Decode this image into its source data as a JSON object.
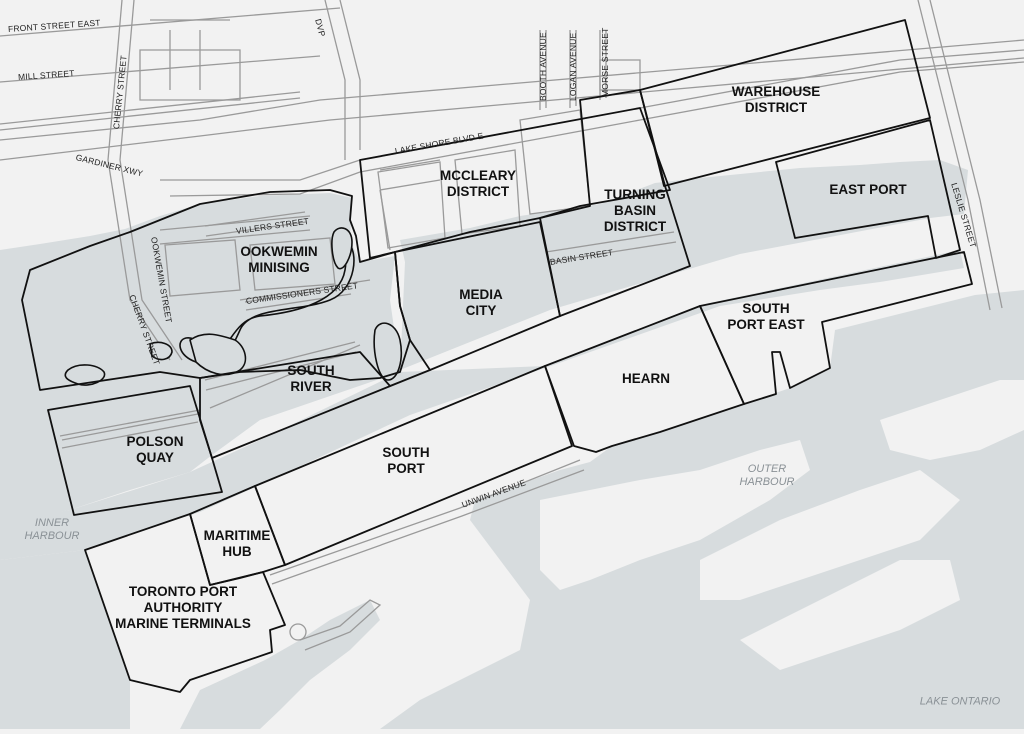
{
  "map": {
    "districts": [
      {
        "id": "warehouse",
        "lines": [
          "WAREHOUSE",
          "DISTRICT"
        ]
      },
      {
        "id": "east-port",
        "lines": [
          "EAST PORT"
        ]
      },
      {
        "id": "mccleary",
        "lines": [
          "MCCLEARY",
          "DISTRICT"
        ]
      },
      {
        "id": "turning-basin",
        "lines": [
          "TURNING",
          "BASIN",
          "DISTRICT"
        ]
      },
      {
        "id": "ookwemin",
        "lines": [
          "OOKWEMIN",
          "MINISING"
        ]
      },
      {
        "id": "media-city",
        "lines": [
          "MEDIA",
          "CITY"
        ]
      },
      {
        "id": "south-port-east",
        "lines": [
          "SOUTH",
          "PORT EAST"
        ]
      },
      {
        "id": "south-river",
        "lines": [
          "SOUTH",
          "RIVER"
        ]
      },
      {
        "id": "hearn",
        "lines": [
          "HEARN"
        ]
      },
      {
        "id": "polson",
        "lines": [
          "POLSON",
          "QUAY"
        ]
      },
      {
        "id": "south-port",
        "lines": [
          "SOUTH",
          "PORT"
        ]
      },
      {
        "id": "maritime",
        "lines": [
          "MARITIME",
          "HUB"
        ]
      },
      {
        "id": "tpa",
        "lines": [
          "TORONTO PORT",
          "AUTHORITY",
          "MARINE TERMINALS"
        ]
      }
    ],
    "water_labels": [
      {
        "id": "inner-harbour",
        "lines": [
          "INNER",
          "HARBOUR"
        ]
      },
      {
        "id": "outer-harbour",
        "lines": [
          "OUTER",
          "HARBOUR"
        ]
      },
      {
        "id": "lake-ontario",
        "lines": [
          "LAKE ONTARIO"
        ]
      }
    ],
    "streets": [
      {
        "id": "front-street-east",
        "text": "FRONT STREET EAST"
      },
      {
        "id": "mill-street",
        "text": "MILL STREET"
      },
      {
        "id": "cherry-street-north",
        "text": "CHERRY STREET"
      },
      {
        "id": "dvp",
        "text": "DVP"
      },
      {
        "id": "gardiner",
        "text": "GARDINER XWY"
      },
      {
        "id": "lake-shore",
        "text": "LAKE SHORE BLVD E"
      },
      {
        "id": "booth",
        "text": "BOOTH AVENUE"
      },
      {
        "id": "logan",
        "text": "LOGAN AVENUE"
      },
      {
        "id": "morse",
        "text": "MORSE STREET"
      },
      {
        "id": "leslie",
        "text": "LESLIE STREET"
      },
      {
        "id": "villers",
        "text": "VILLERS STREET"
      },
      {
        "id": "ookwemin-street",
        "text": "OOKWEMIN STREET"
      },
      {
        "id": "commissioners",
        "text": "COMMISSIONERS STREET"
      },
      {
        "id": "cherry-street-south",
        "text": "CHERRY STREET"
      },
      {
        "id": "basin",
        "text": "BASIN STREET"
      },
      {
        "id": "unwin",
        "text": "UNWIN AVENUE"
      }
    ],
    "colors": {
      "land": "#f2f2f2",
      "water": "#d7dcde",
      "district_line": "#111111",
      "street_line": "#9a9a9a"
    }
  }
}
